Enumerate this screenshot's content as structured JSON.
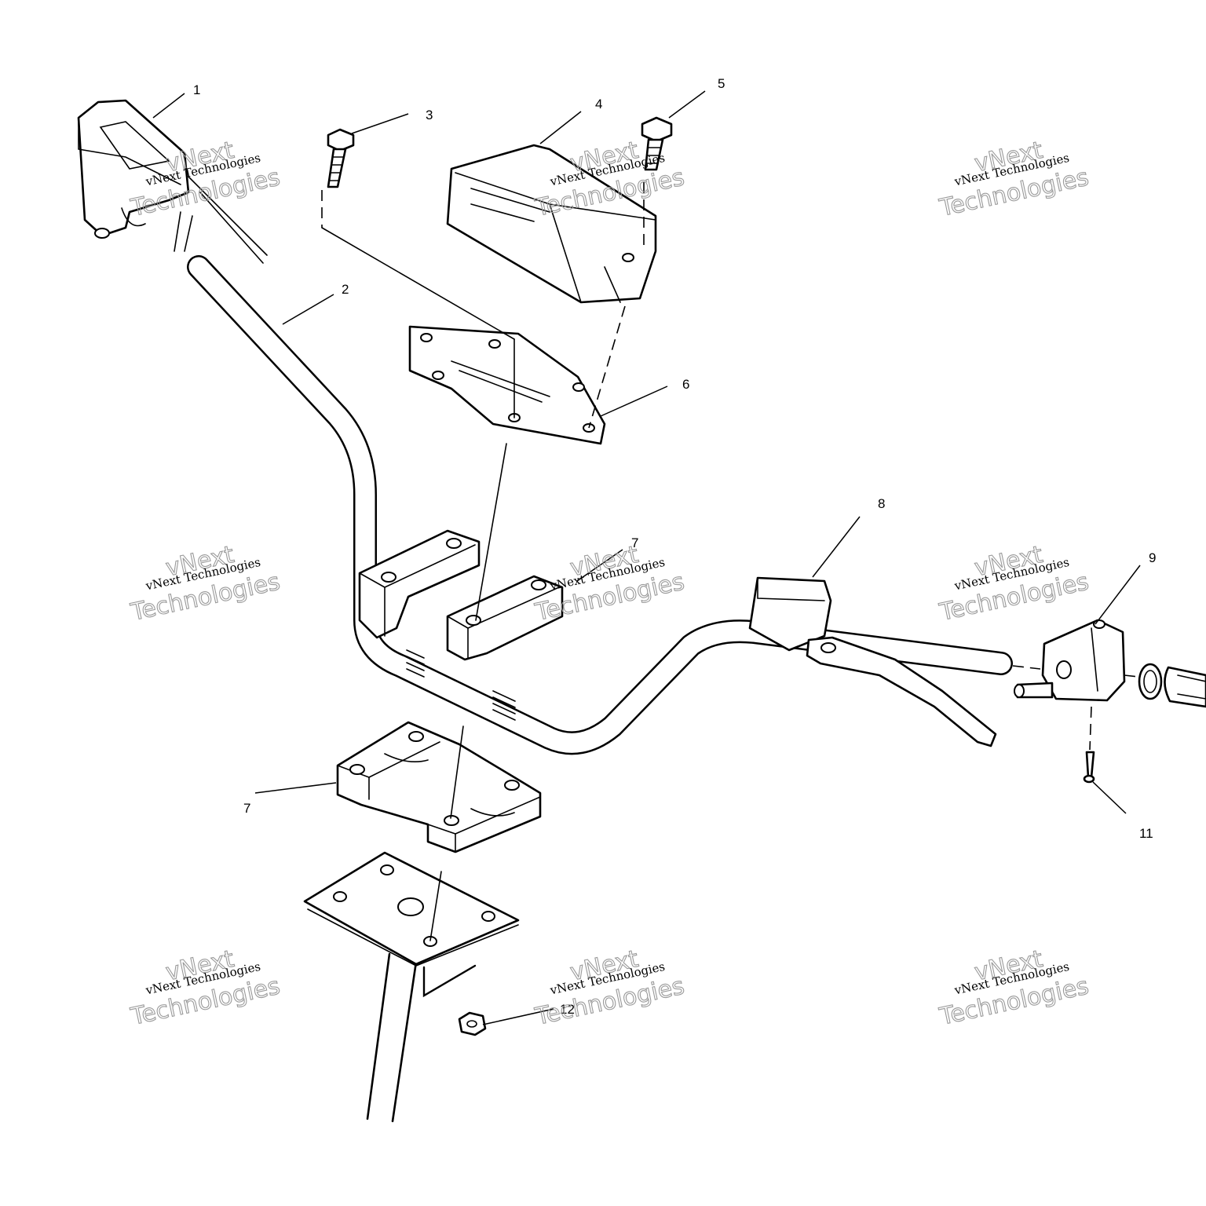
{
  "callouts": {
    "c1": "1",
    "c2": "2",
    "c3": "3",
    "c4": "4",
    "c5": "5",
    "c6": "6",
    "c7a": "7",
    "c7b": "7",
    "c8": "8",
    "c9": "9",
    "c11": "11",
    "c12": "12"
  },
  "watermark": {
    "line1": "vNext Technologies",
    "line2": "vNext",
    "line3": "Technologies"
  },
  "colors": {
    "line": "#000000",
    "background": "#ffffff",
    "watermark_outline": "#9a9a9a"
  }
}
